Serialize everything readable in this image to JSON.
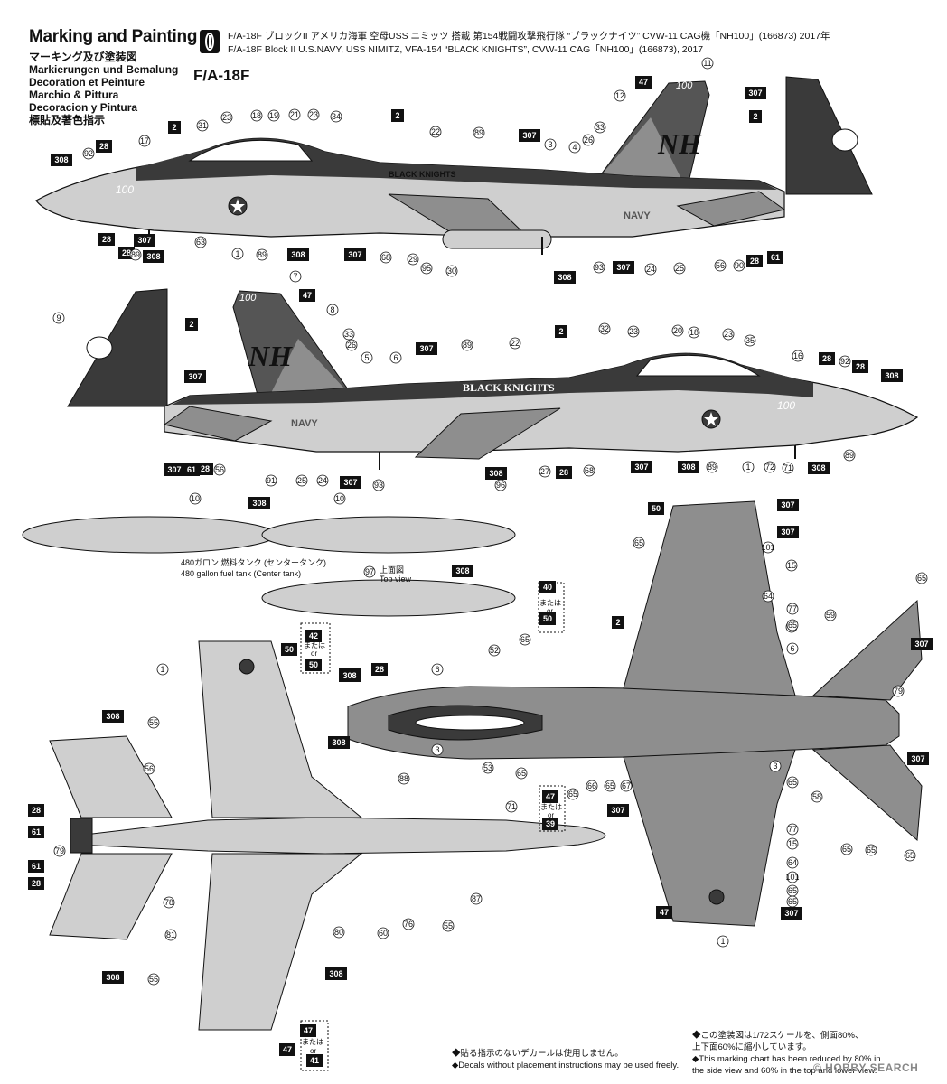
{
  "header": {
    "title": "Marking and Painting",
    "languages": [
      "マーキング及び塗装図",
      "Markierungen und Bemalung",
      "Decoration et Peinture",
      "Marchio & Pittura",
      "Decoracion y Pintura",
      "標貼及著色指示"
    ],
    "model": "F/A-18F",
    "variant_jp": "F/A-18F ブロックII アメリカ海軍 空母USS ニミッツ 搭載 第154戦闘攻撃飛行隊 “ブラックナイツ” CVW-11 CAG機「NH100」(166873) 2017年",
    "variant_en": "F/A-18F Block II     U.S.NAVY, USS NIMITZ, VFA-154 “BLACK KNIGHTS”, CVW-11 CAG「NH100」(166873), 2017"
  },
  "aircraft_text": {
    "unit_name": "BLACK KNIGHTS",
    "tail_code": "NH",
    "modex": "100",
    "service": "NAVY"
  },
  "tank": {
    "label_jp": "480ガロン 燃料タンク (センタータンク)",
    "label_en": "480 gallon fuel tank (Center tank)",
    "top_view_jp": "上面図",
    "top_view_en": "Top view"
  },
  "alternates": {
    "or_jp": "または",
    "or_en": "or"
  },
  "colors": {
    "dark": "#3a3a3a",
    "medium": "#8e8e8e",
    "light": "#cfcfcf",
    "code_box": "#111111"
  },
  "callouts": {
    "side1": [
      "2",
      "31",
      "23",
      "18",
      "19",
      "21",
      "23",
      "34",
      "2",
      "22",
      "89",
      "307",
      "3",
      "4",
      "26",
      "33",
      "12",
      "47",
      "11",
      "307",
      "2",
      "308",
      "92",
      "28",
      "17",
      "2",
      "28",
      "307",
      "28",
      "89",
      "308",
      "63",
      "1",
      "89",
      "308",
      "307",
      "68",
      "29",
      "95",
      "30",
      "93",
      "307",
      "24",
      "25",
      "56",
      "90",
      "28",
      "61",
      "308"
    ],
    "side2": [
      "9",
      "307",
      "7",
      "47",
      "8",
      "2",
      "33",
      "26",
      "5",
      "6",
      "307",
      "89",
      "22",
      "2",
      "32",
      "23",
      "20",
      "18",
      "23",
      "35",
      "16",
      "28",
      "92",
      "28",
      "308",
      "307",
      "61",
      "28",
      "56",
      "91",
      "25",
      "24",
      "307",
      "93",
      "308",
      "96",
      "27",
      "28",
      "68",
      "307",
      "308",
      "89",
      "1",
      "72",
      "71",
      "308",
      "89",
      "28"
    ],
    "tank": [
      "10",
      "308",
      "10",
      "97",
      "308"
    ],
    "lower": [
      "42",
      "50",
      "50",
      "1",
      "308",
      "55",
      "308",
      "308",
      "28",
      "61",
      "79",
      "61",
      "28",
      "56",
      "88",
      "71",
      "87",
      "78",
      "81",
      "80",
      "60",
      "76",
      "55",
      "308",
      "55",
      "308",
      "47",
      "47",
      "41"
    ],
    "upper": [
      "50",
      "307",
      "65",
      "101",
      "307",
      "15",
      "64",
      "77",
      "65",
      "65",
      "65",
      "59",
      "307",
      "40",
      "50",
      "65",
      "2",
      "6",
      "79",
      "52",
      "6",
      "308",
      "28",
      "3",
      "53",
      "65",
      "65",
      "47",
      "39",
      "66",
      "65",
      "67",
      "307",
      "3",
      "65",
      "58",
      "307",
      "65",
      "77",
      "15",
      "64",
      "101",
      "65",
      "65",
      "47",
      "307",
      "1",
      "65",
      "65"
    ]
  },
  "footer": {
    "left_jp": "◆貼る指示のないデカールは使用しません。",
    "left_en": "◆Decals without placement instructions may be used freely.",
    "right_jp1": "◆この塗装図は1/72スケールを、側面80%、",
    "right_jp2": "上下面60%に縮小しています。",
    "right_en1": "◆This marking chart has been reduced by 80% in",
    "right_en2": "the side view and 60% in the top and lower view."
  },
  "watermark": "© HOBBY SEARCH"
}
